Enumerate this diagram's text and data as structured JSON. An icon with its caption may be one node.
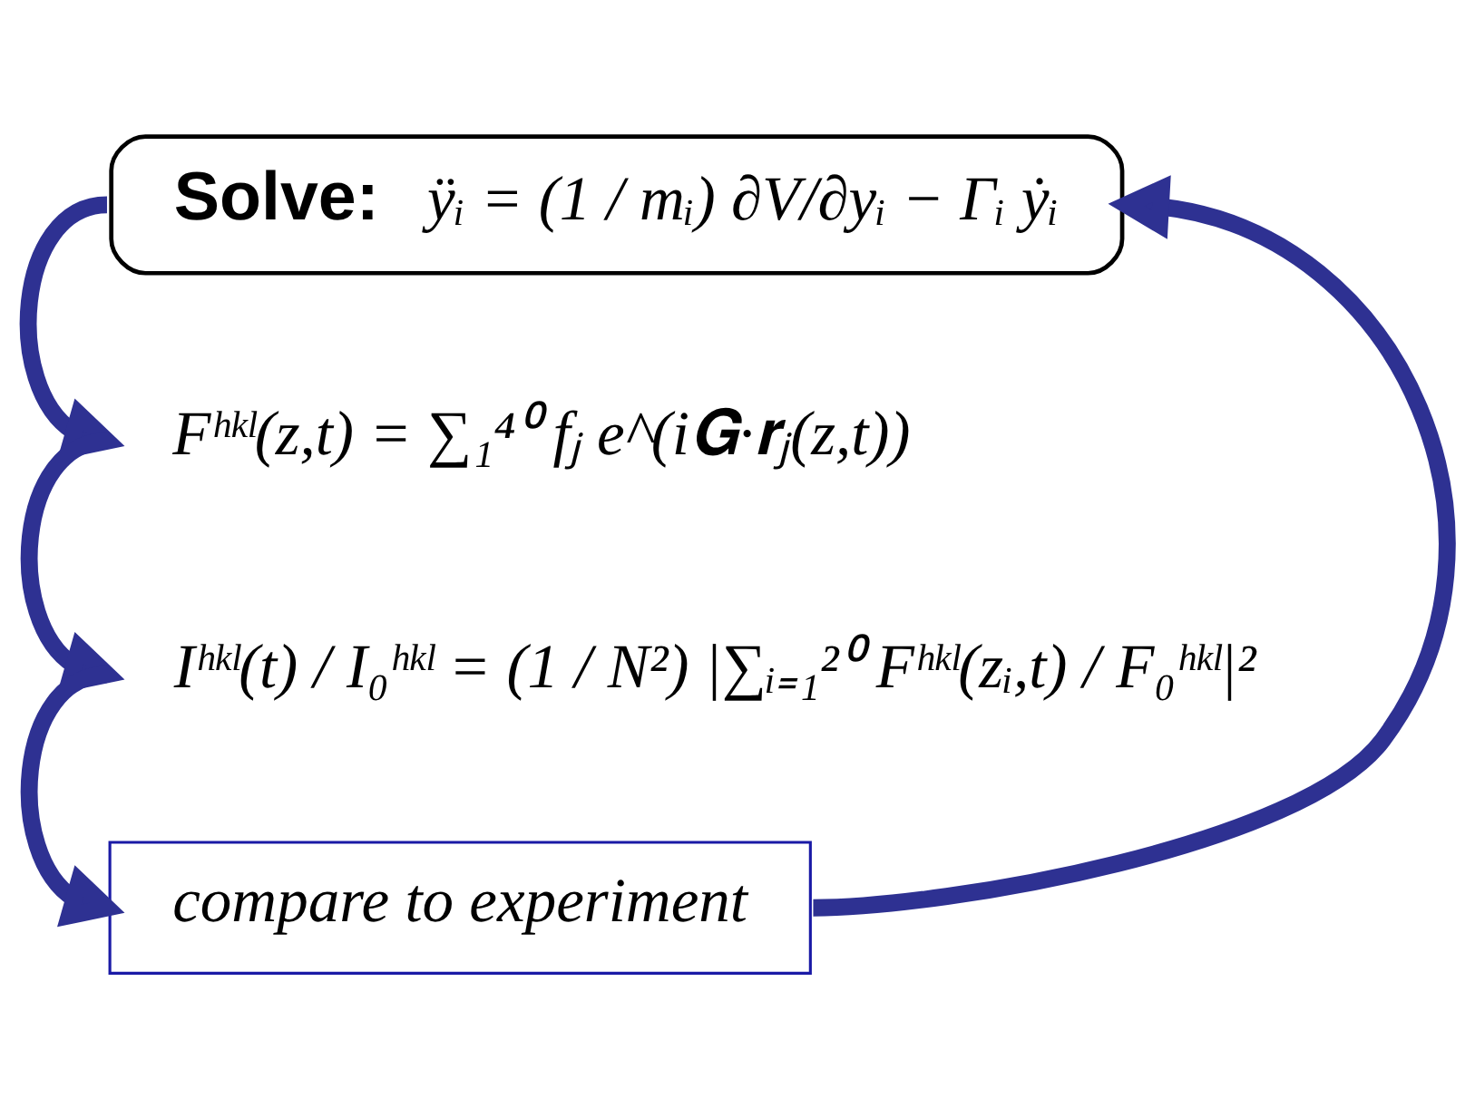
{
  "diagram": {
    "nodes": [
      {
        "text": [
          "Solve:",
          "ÿᵢ = (1 / mᵢ) ∂V/∂yᵢ − Γᵢ ẏᵢ"
        ]
      },
      {
        "text": [
          "Fʰᵏˡ(z,t) = ∑₁⁴⁰ fⱼ e^(i𝐆·𝐫ⱼ(z,t))"
        ]
      },
      {
        "text": [
          "Iʰᵏˡ(t) / I₀ʰᵏˡ = (1 / N²) |∑ᵢ₌₁²⁰ Fʰᵏˡ(zᵢ,t) / F₀ʰᵏˡ|²"
        ]
      },
      {
        "text": [
          "compare to experiment"
        ]
      }
    ],
    "edges": [
      {
        "from": 0,
        "to": 1,
        "arrow": "to"
      },
      {
        "from": 1,
        "to": 2,
        "arrow": "to"
      },
      {
        "from": 2,
        "to": 3,
        "arrow": "to"
      },
      {
        "from": 3,
        "to": 0,
        "arrow": "to"
      }
    ]
  }
}
